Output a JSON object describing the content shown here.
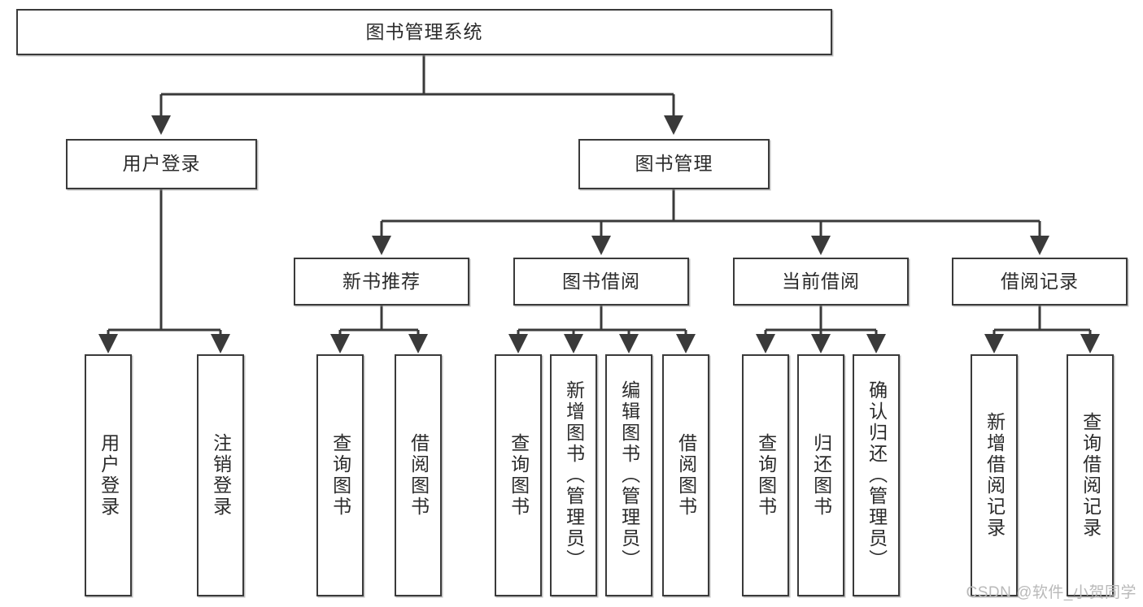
{
  "diagram": {
    "type": "tree",
    "title": "图书管理系统",
    "watermark": "CSDN @软件_小贺同学",
    "colors": {
      "stroke": "#3a3a3a",
      "fill": "#ffffff",
      "text": "#2b2b2b",
      "watermark": "#b9b9b9"
    },
    "nodes": {
      "root": "图书管理系统",
      "level2": {
        "user_login": "用户登录",
        "book_manage": "图书管理"
      },
      "level3": {
        "new_book_rec": "新书推荐",
        "book_borrow": "图书借阅",
        "current_borrow": "当前借阅",
        "borrow_record": "借阅记录"
      },
      "leaves": {
        "user_login_1": "用户登录",
        "user_login_2": "注销登录",
        "new_book_rec_1": "查询图书",
        "new_book_rec_2": "借阅图书",
        "book_borrow_1": "查询图书",
        "book_borrow_2": "新增图书（管理员）",
        "book_borrow_3": "编辑图书（管理员）",
        "book_borrow_4": "借阅图书",
        "current_borrow_1": "查询图书",
        "current_borrow_2": "归还图书",
        "current_borrow_3": "确认归还（管理员）",
        "borrow_record_1": "新增借阅记录",
        "borrow_record_2": "查询借阅记录"
      }
    }
  }
}
